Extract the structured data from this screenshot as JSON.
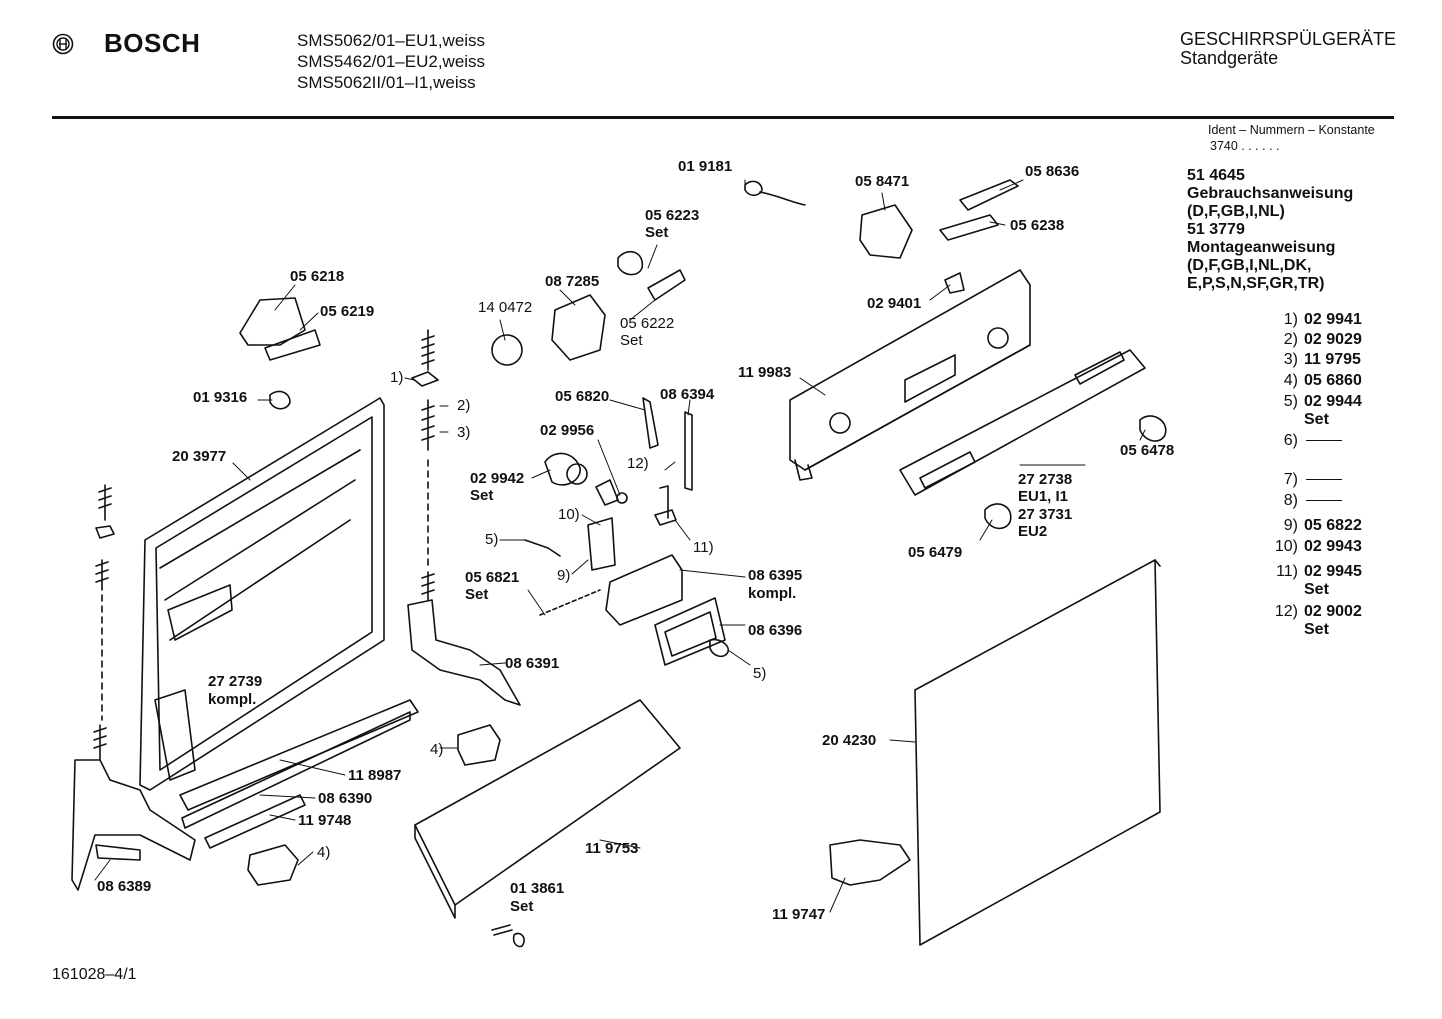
{
  "header": {
    "brand": "BOSCH",
    "models": [
      "SMS5062/01–EU1,weiss",
      "SMS5462/01–EU2,weiss",
      "SMS5062II/01–I1,weiss"
    ],
    "category_title": "GESCHIRRSPÜLGERÄTE",
    "category_subtitle": "Standgeräte"
  },
  "ident": {
    "label": "Ident – Nummern – Konstante",
    "value": "3740 . . . . . ."
  },
  "documents": [
    {
      "part": "51 4645",
      "lines": [
        "Gebrauchsanweisung",
        "(D,F,GB,I,NL)"
      ]
    },
    {
      "part": "51 3779",
      "lines": [
        "Montageanweisung",
        "(D,F,GB,I,NL,DK,",
        "E,P,S,N,SF,GR,TR)"
      ]
    }
  ],
  "legend": [
    {
      "num": "1)",
      "part": "02 9941",
      "note": ""
    },
    {
      "num": "2)",
      "part": "02 9029",
      "note": ""
    },
    {
      "num": "3)",
      "part": "11 9795",
      "note": ""
    },
    {
      "num": "4)",
      "part": "05 6860",
      "note": ""
    },
    {
      "num": "5)",
      "part": "02 9944",
      "note": "Set"
    },
    {
      "num": "6)",
      "part": "",
      "note": ""
    },
    {
      "num": "7)",
      "part": "",
      "note": ""
    },
    {
      "num": "8)",
      "part": "",
      "note": ""
    },
    {
      "num": "9)",
      "part": "05 6822",
      "note": ""
    },
    {
      "num": "10)",
      "part": "02 9943",
      "note": ""
    },
    {
      "num": "11)",
      "part": "02 9945",
      "note": "Set"
    },
    {
      "num": "12)",
      "part": "02 9002",
      "note": "Set"
    }
  ],
  "callouts": {
    "p019181": "01 9181",
    "p058471": "05 8471",
    "p058636": "05 8636",
    "p056238": "05 6238",
    "p056223": "05 6223",
    "p056223_set": "Set",
    "p087285": "08 7285",
    "p140472": "14 0472",
    "p056222": "05 6222",
    "p056222_set": "Set",
    "p056218": "05 6218",
    "p056219": "05 6219",
    "p029401": "02 9401",
    "p119983": "11 9983",
    "p019316": "01 9316",
    "p203977": "20 3977",
    "p056820": "05 6820",
    "p086394": "08 6394",
    "p029956": "02 9956",
    "p029942": "02 9942",
    "p029942_set": "Set",
    "p272738": "27 2738",
    "p272738_sub": "EU1, I1",
    "p273731": "27 3731",
    "p273731_sub": "EU2",
    "p056478": "05 6478",
    "p056479": "05 6479",
    "p056821": "05 6821",
    "p056821_set": "Set",
    "p086395": "08 6395",
    "p086395_sub": "kompl.",
    "p086396": "08 6396",
    "p086391": "08 6391",
    "p272739": "27 2739",
    "p272739_sub": "kompl.",
    "p204230": "20 4230",
    "p118987": "11 8987",
    "p086390": "08 6390",
    "p119748": "11 9748",
    "p119753": "11 9753",
    "p013861": "01 3861",
    "p013861_set": "Set",
    "p086389": "08 6389",
    "p119747": "11 9747",
    "r1": "1)",
    "r2": "2)",
    "r3": "3)",
    "r4a": "4)",
    "r4b": "4)",
    "r5a": "5)",
    "r5b": "5)",
    "r9": "9)",
    "r10": "10)",
    "r11": "11)",
    "r12": "12)"
  },
  "footer": {
    "code": "161028–4/1"
  }
}
